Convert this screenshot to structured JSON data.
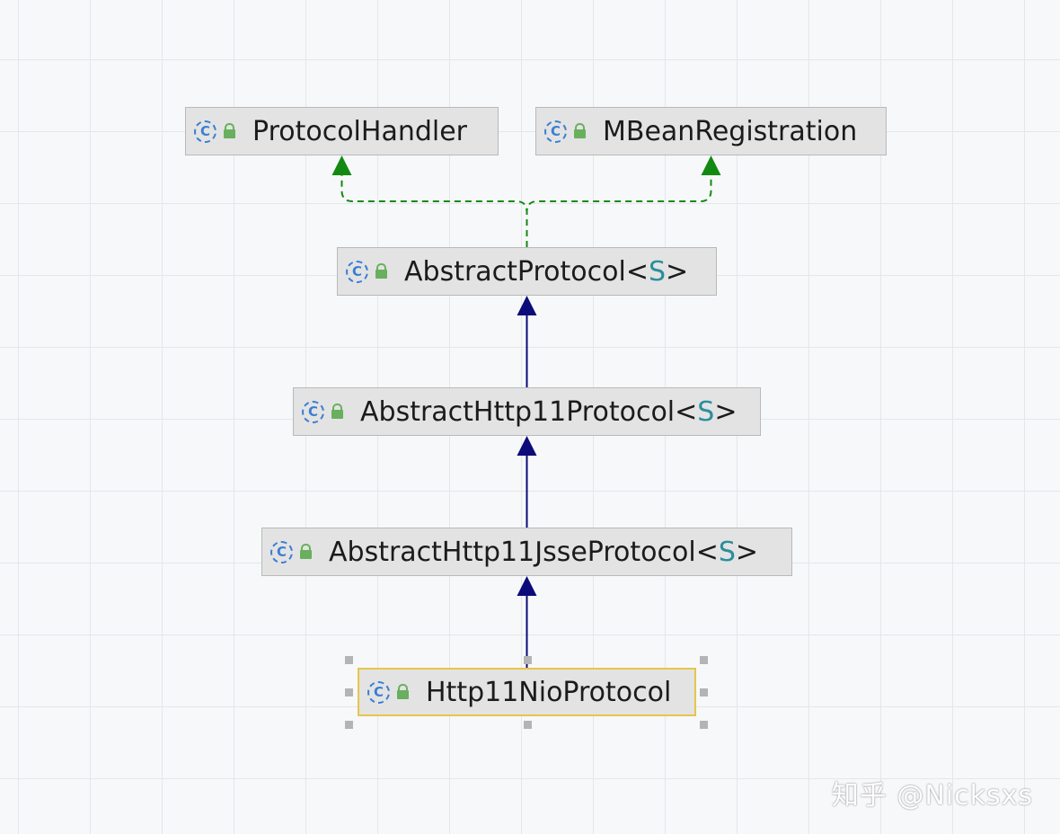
{
  "diagram": {
    "nodes": [
      {
        "id": "protocol-handler",
        "name": "ProtocolHandler",
        "generic": ""
      },
      {
        "id": "mbean-registration",
        "name": "MBeanRegistration",
        "generic": ""
      },
      {
        "id": "abstract-protocol",
        "name": "AbstractProtocol",
        "generic": "S"
      },
      {
        "id": "abstract-http11-protocol",
        "name": "AbstractHttp11Protocol",
        "generic": "S"
      },
      {
        "id": "abstract-http11-jsse-protocol",
        "name": "AbstractHttp11JsseProtocol",
        "generic": "S"
      },
      {
        "id": "http11-nio-protocol",
        "name": "Http11NioProtocol",
        "generic": "",
        "selected": true
      }
    ],
    "edges": [
      {
        "from": "abstract-protocol",
        "to": "protocol-handler",
        "kind": "implements"
      },
      {
        "from": "abstract-protocol",
        "to": "mbean-registration",
        "kind": "implements"
      },
      {
        "from": "abstract-http11-protocol",
        "to": "abstract-protocol",
        "kind": "extends"
      },
      {
        "from": "abstract-http11-jsse-protocol",
        "to": "abstract-http11-protocol",
        "kind": "extends"
      },
      {
        "from": "http11-nio-protocol",
        "to": "abstract-http11-jsse-protocol",
        "kind": "extends"
      }
    ],
    "colors": {
      "implements": "#128a12",
      "extends": "#0b0b7a",
      "generic_param": "#2a8f9c",
      "class_icon": "#3a7fd3",
      "access_icon": "#68b05d",
      "selection": "#e6c64a"
    }
  },
  "watermark": "知乎 @Nicksxs"
}
